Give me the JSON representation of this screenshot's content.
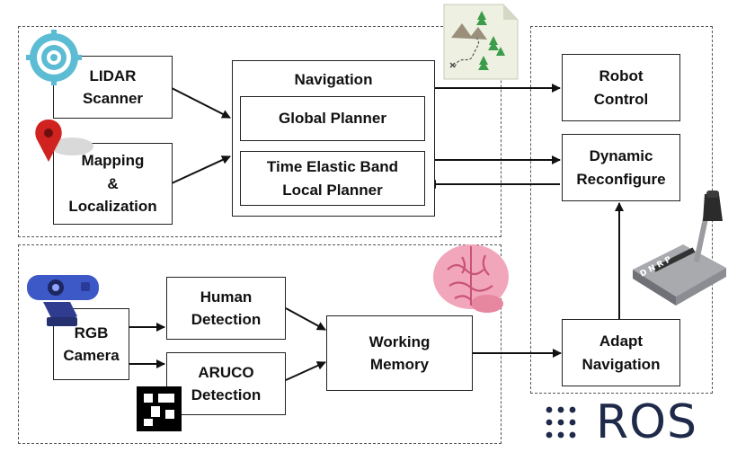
{
  "nodes": {
    "lidar": "LIDAR\nScanner",
    "mapping": "Mapping\n&\nLocalization",
    "navigation": "Navigation",
    "global_planner": "Global Planner",
    "teb": "Time Elastic Band\nLocal Planner",
    "robot_control": "Robot\nControl",
    "dynamic_reconfigure": "Dynamic\nReconfigure",
    "rgb_camera": "RGB\nCamera",
    "human_detection": "Human\nDetection",
    "aruco_detection": "ARUCO\nDetection",
    "working_memory": "Working\nMemory",
    "adapt_navigation": "Adapt\nNavigation"
  },
  "logo": {
    "ros": "ROS",
    "ros_color": "#1f2a4a"
  },
  "icons": [
    "lidar-icon",
    "map-pin-icon",
    "map-icon",
    "webcam-icon",
    "aruco-marker-icon",
    "brain-icon",
    "gear-shifter-icon",
    "ros-dots-icon"
  ]
}
